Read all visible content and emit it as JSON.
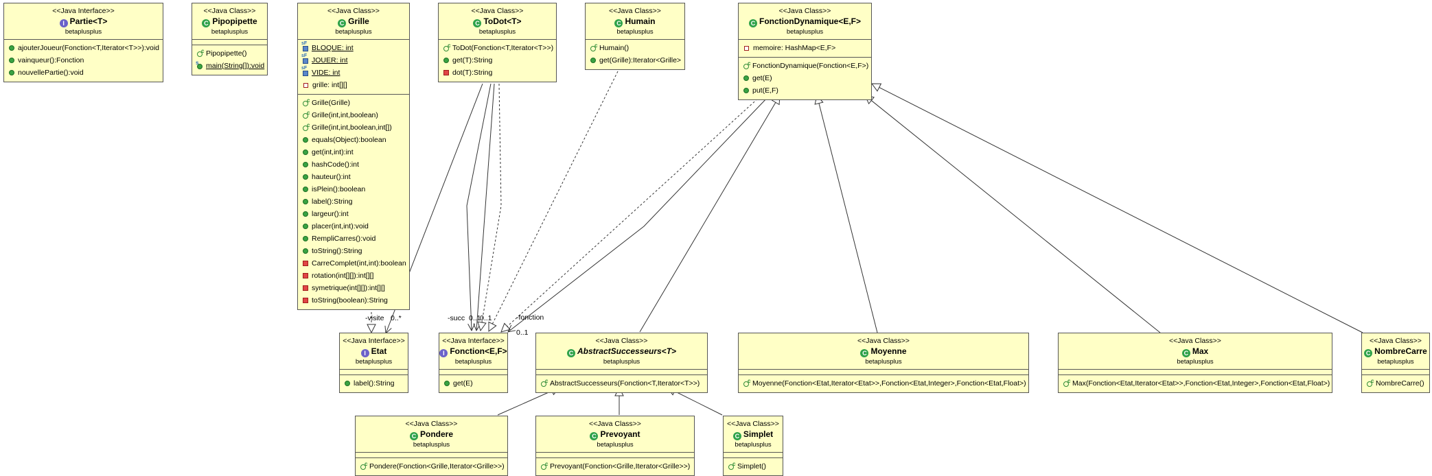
{
  "package": "betaplusplus",
  "classes": {
    "partie": {
      "stereotype": "<<Java Interface>>",
      "name": "Partie<T>",
      "kind": "interface",
      "methods": [
        "ajouterJoueur(Fonction<T,Iterator<T>>):void",
        "vainqueur():Fonction",
        "nouvellePartie():void"
      ]
    },
    "pipopipette": {
      "stereotype": "<<Java Class>>",
      "name": "Pipopipette",
      "kind": "class",
      "methods": [
        "Pipopipette()",
        "main(String[]):void"
      ]
    },
    "grille": {
      "stereotype": "<<Java Class>>",
      "name": "Grille",
      "kind": "class",
      "fields": [
        "BLOQUE: int",
        "JOUER: int",
        "VIDE: int",
        "grille: int[][]"
      ],
      "methods": [
        "Grille(Grille)",
        "Grille(int,int,boolean)",
        "Grille(int,int,boolean,int[])",
        "equals(Object):boolean",
        "get(int,int):int",
        "hashCode():int",
        "hauteur():int",
        "isPlein():boolean",
        "label():String",
        "largeur():int",
        "placer(int,int):void",
        "RempliCarres():void",
        "toString():String",
        "CarreComplet(int,int):boolean",
        "rotation(int[][]):int[][]",
        "symetrique(int[][]):int[][]",
        "toString(boolean):String"
      ]
    },
    "todot": {
      "stereotype": "<<Java Class>>",
      "name": "ToDot<T>",
      "kind": "class",
      "methods": [
        "ToDot(Fonction<T,Iterator<T>>)",
        "get(T):String",
        "dot(T):String"
      ]
    },
    "humain": {
      "stereotype": "<<Java Class>>",
      "name": "Humain",
      "kind": "class",
      "methods": [
        "Humain()",
        "get(Grille):Iterator<Grille>"
      ]
    },
    "fonctionDynamique": {
      "stereotype": "<<Java Class>>",
      "name": "FonctionDynamique<E,F>",
      "kind": "class",
      "fields": [
        "memoire: HashMap<E,F>"
      ],
      "methods": [
        "FonctionDynamique(Fonction<E,F>)",
        "get(E)",
        "put(E,F)"
      ]
    },
    "etat": {
      "stereotype": "<<Java Interface>>",
      "name": "Etat",
      "kind": "interface",
      "methods": [
        "label():String"
      ]
    },
    "fonction": {
      "stereotype": "<<Java Interface>>",
      "name": "Fonction<E,F>",
      "kind": "interface",
      "methods": [
        "get(E)"
      ]
    },
    "abstractSuccesseurs": {
      "stereotype": "<<Java Class>>",
      "name": "AbstractSuccesseurs<T>",
      "kind": "abstract",
      "methods": [
        "AbstractSuccesseurs(Fonction<T,Iterator<T>>)"
      ]
    },
    "moyenne": {
      "stereotype": "<<Java Class>>",
      "name": "Moyenne",
      "kind": "class",
      "methods": [
        "Moyenne(Fonction<Etat,Iterator<Etat>>,Fonction<Etat,Integer>,Fonction<Etat,Float>)"
      ]
    },
    "max": {
      "stereotype": "<<Java Class>>",
      "name": "Max",
      "kind": "class",
      "methods": [
        "Max(Fonction<Etat,Iterator<Etat>>,Fonction<Etat,Integer>,Fonction<Etat,Float>)"
      ]
    },
    "nombreCarre": {
      "stereotype": "<<Java Class>>",
      "name": "NombreCarre",
      "kind": "class",
      "methods": [
        "NombreCarre()"
      ]
    },
    "pondere": {
      "stereotype": "<<Java Class>>",
      "name": "Pondere",
      "kind": "class",
      "methods": [
        "Pondere(Fonction<Grille,Iterator<Grille>>)"
      ]
    },
    "prevoyant": {
      "stereotype": "<<Java Class>>",
      "name": "Prevoyant",
      "kind": "class",
      "methods": [
        "Prevoyant(Fonction<Grille,Iterator<Grille>>)"
      ]
    },
    "simplet": {
      "stereotype": "<<Java Class>>",
      "name": "Simplet",
      "kind": "class",
      "methods": [
        "Simplet()"
      ]
    }
  },
  "labels": {
    "visite": "-visite",
    "visite_mult": "0..*",
    "succ": "-succ",
    "mult_a": "0..1",
    "mult_b": "0..1",
    "fonction": "-fonction",
    "fonction_mult": "0..1"
  },
  "colors": {
    "box_fill": "#ffffc6",
    "box_border": "#555555",
    "line": "#333333"
  }
}
